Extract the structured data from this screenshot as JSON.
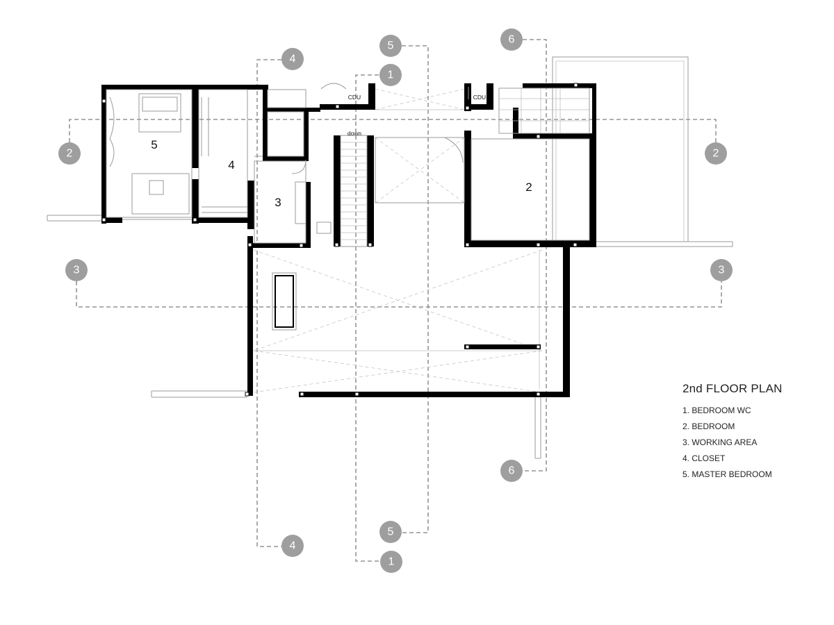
{
  "plan": {
    "title": "2nd FLOOR PLAN",
    "legend": [
      "1. BEDROOM WC",
      "2. BEDROOM",
      "3. WORKING AREA",
      "4. CLOSET",
      "5. MASTER BEDROOM"
    ],
    "room_numbers": [
      "5",
      "4",
      "3",
      "2"
    ],
    "labels": {
      "cdu": "CDU",
      "down": "down"
    },
    "grid_bubbles": {
      "one": "1",
      "two": "2",
      "three": "3",
      "four": "4",
      "five": "5",
      "six": "6"
    }
  }
}
